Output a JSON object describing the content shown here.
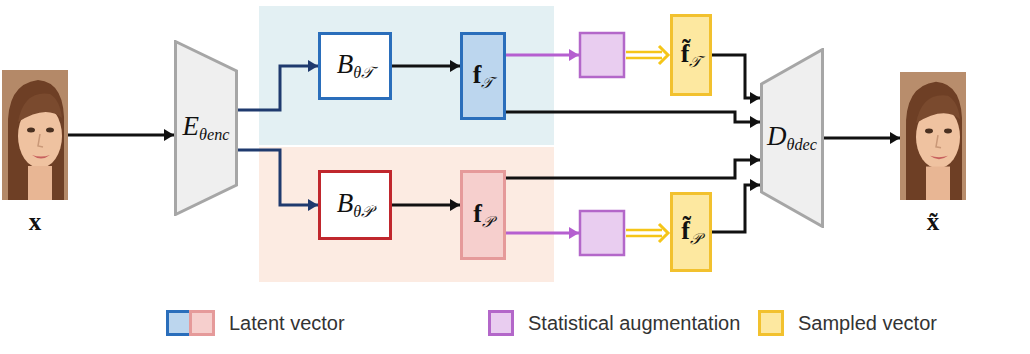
{
  "diagram": {
    "nodes": [
      {
        "text": [
          "x"
        ]
      },
      {
        "text": [
          "Eθenc"
        ]
      },
      {
        "text": [
          "Bθ𝒯"
        ]
      },
      {
        "text": [
          "f𝒯"
        ]
      },
      {
        "text": [
          "Bθ𝒫"
        ]
      },
      {
        "text": [
          "f𝒫"
        ]
      },
      {
        "text": [
          "f̃𝒯"
        ]
      },
      {
        "text": [
          "f̃𝒫"
        ]
      },
      {
        "text": [
          "Dθdec"
        ]
      },
      {
        "text": [
          "x̃"
        ]
      }
    ],
    "edges": [
      {
        "from": 0,
        "to": 1,
        "arrow": "to"
      },
      {
        "from": 1,
        "to": 2,
        "arrow": "to"
      },
      {
        "from": 1,
        "to": 4,
        "arrow": "to"
      },
      {
        "from": 2,
        "to": 3,
        "arrow": "to"
      },
      {
        "from": 4,
        "to": 5,
        "arrow": "to"
      },
      {
        "from": 3,
        "to": 6,
        "arrow": "to"
      },
      {
        "from": 5,
        "to": 7,
        "arrow": "to"
      },
      {
        "from": 3,
        "to": 8,
        "arrow": "to"
      },
      {
        "from": 5,
        "to": 8,
        "arrow": "to"
      },
      {
        "from": 6,
        "to": 8,
        "arrow": "to"
      },
      {
        "from": 7,
        "to": 8,
        "arrow": "to"
      },
      {
        "from": 8,
        "to": 9,
        "arrow": "to"
      }
    ],
    "legend": [
      {
        "text": "Latent vector",
        "color": "#bcd6ee"
      },
      {
        "text": "Statistical augmentation",
        "color": "#e9cdf0"
      },
      {
        "text": "Sampled vector",
        "color": "#fde8a0"
      }
    ]
  }
}
